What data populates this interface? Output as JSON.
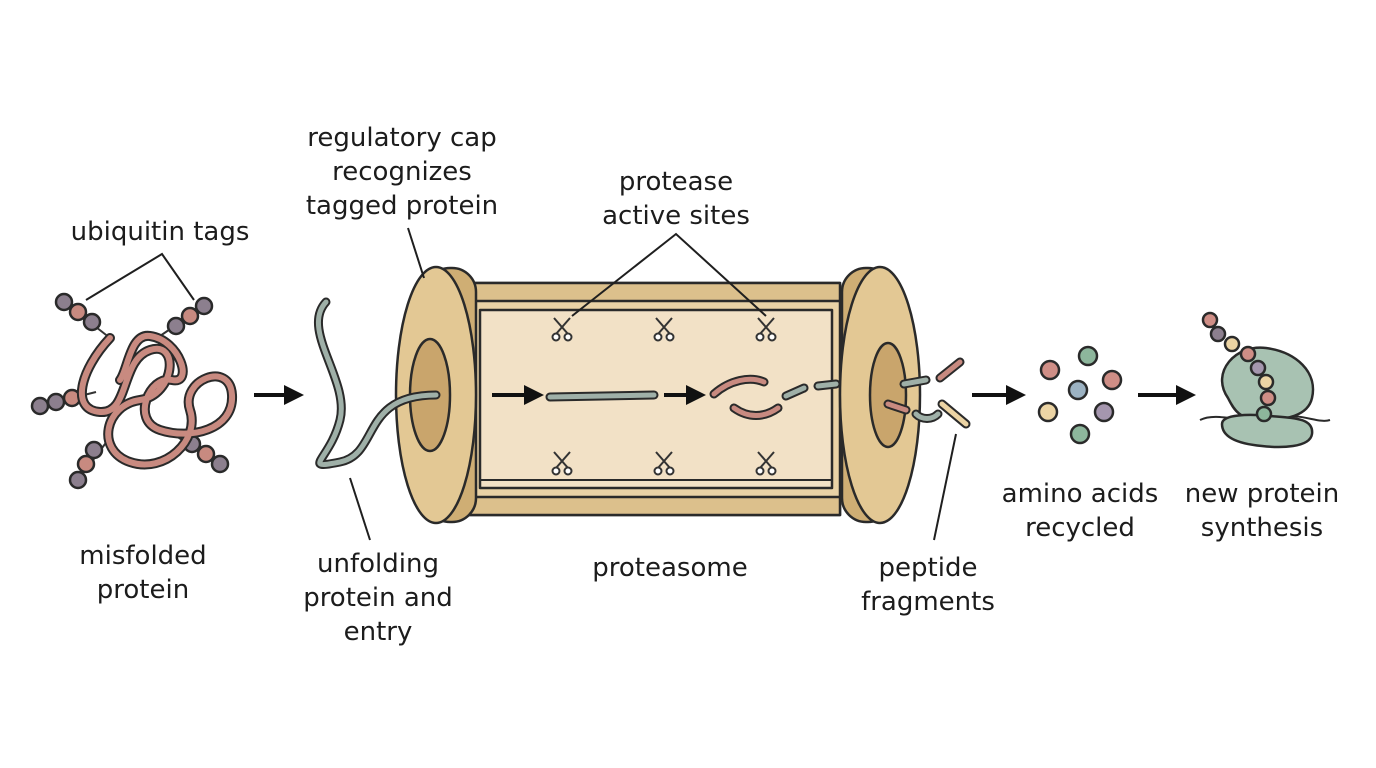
{
  "labels": {
    "ubiquitin_tags": "ubiquitin tags",
    "misfolded_1": "misfolded",
    "misfolded_2": "protein",
    "cap_1": "regulatory cap",
    "cap_2": "recognizes",
    "cap_3": "tagged protein",
    "protease_1": "protease",
    "protease_2": "active sites",
    "unfolding_1": "unfolding",
    "unfolding_2": "protein and",
    "unfolding_3": "entry",
    "proteasome": "proteasome",
    "peptide_1": "peptide",
    "peptide_2": "fragments",
    "amino_1": "amino acids",
    "amino_2": "recycled",
    "synthesis_1": "new protein",
    "synthesis_2": "synthesis"
  },
  "colors": {
    "protein": "#c88a80",
    "ubiquitin": "#8c7f8e",
    "chain": "#9fb0a8",
    "barrel": "#e9d2a6",
    "barrel_inner": "#f2e1c6",
    "cap": "#dcc08c",
    "ribosome": "#a8c2b2",
    "amino_red": "#cf8e86",
    "amino_green": "#8db69c",
    "amino_blue": "#9cb2c2",
    "amino_yellow": "#ecd4a4",
    "amino_purple": "#a596ae"
  },
  "icons": [
    "scissors-icon",
    "arrow-right-icon"
  ]
}
